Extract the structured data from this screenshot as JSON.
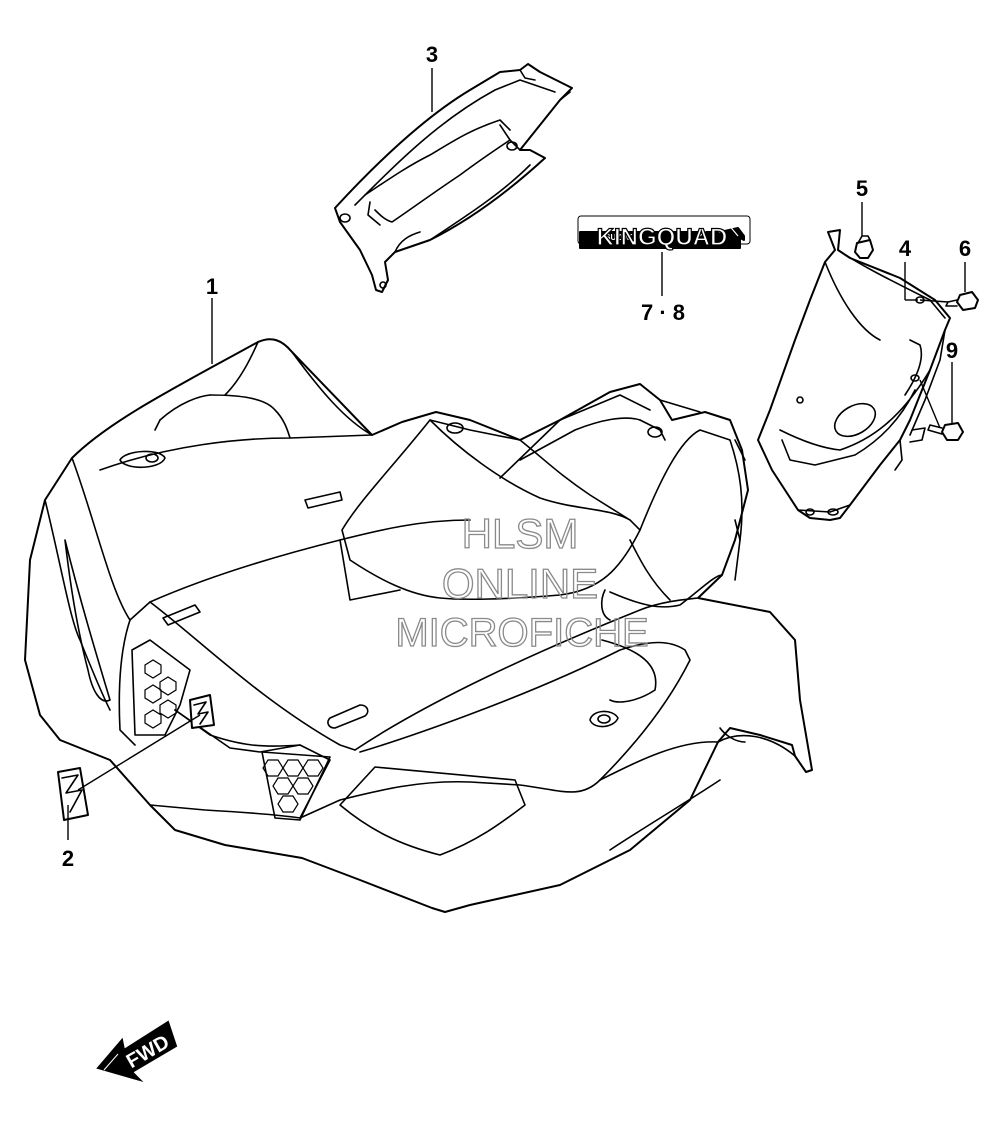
{
  "callouts": {
    "part_1": "1",
    "part_2": "2",
    "part_3": "3",
    "part_4": "4",
    "part_5": "5",
    "part_6": "6",
    "part_7_8": "7 · 8",
    "part_9": "9"
  },
  "emblem": {
    "brand_small": "SUZUKI",
    "model_name": "KINGQUAD"
  },
  "direction_indicator": {
    "label": "FWD"
  },
  "watermark": {
    "line_1": "HLSM",
    "line_2": "ONLINE",
    "line_3": "MICROFICHE"
  }
}
